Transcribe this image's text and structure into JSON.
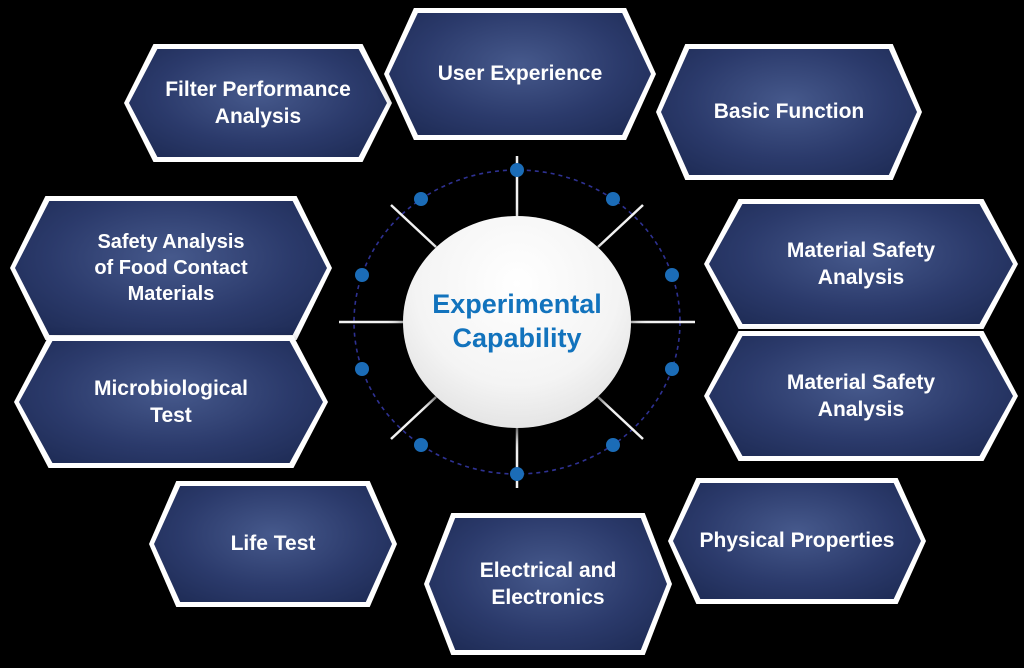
{
  "background_color": "#000000",
  "center": {
    "label": "Experimental\nCapability",
    "text_color": "#1273bd"
  },
  "nodes": [
    {
      "id": "filter-performance-analysis",
      "label": "Filter Performance\nAnalysis"
    },
    {
      "id": "user-experience",
      "label": "User Experience"
    },
    {
      "id": "basic-function",
      "label": "Basic Function"
    },
    {
      "id": "safety-analysis-of-food-contact-materials",
      "label": "Safety Analysis\nof Food Contact\nMaterials"
    },
    {
      "id": "material-safety-analysis-upper",
      "label": "Material Safety\nAnalysis"
    },
    {
      "id": "microbiological-test",
      "label": "Microbiological\nTest"
    },
    {
      "id": "material-safety-analysis-lower",
      "label": "Material Safety\nAnalysis"
    },
    {
      "id": "life-test",
      "label": "Life Test"
    },
    {
      "id": "electrical-and-electronics",
      "label": "Electrical and\nElectronics"
    },
    {
      "id": "physical-properties",
      "label": "Physical Properties"
    }
  ],
  "colors": {
    "hex_fill_dark": "#1b2850",
    "hex_fill_mid": "#3c4d80",
    "hex_border": "#ffffff",
    "dot_blue": "#1b6cb7",
    "ring_navy": "#2e3192",
    "center_text_blue": "#1273bd",
    "label_white": "#ffffff"
  }
}
